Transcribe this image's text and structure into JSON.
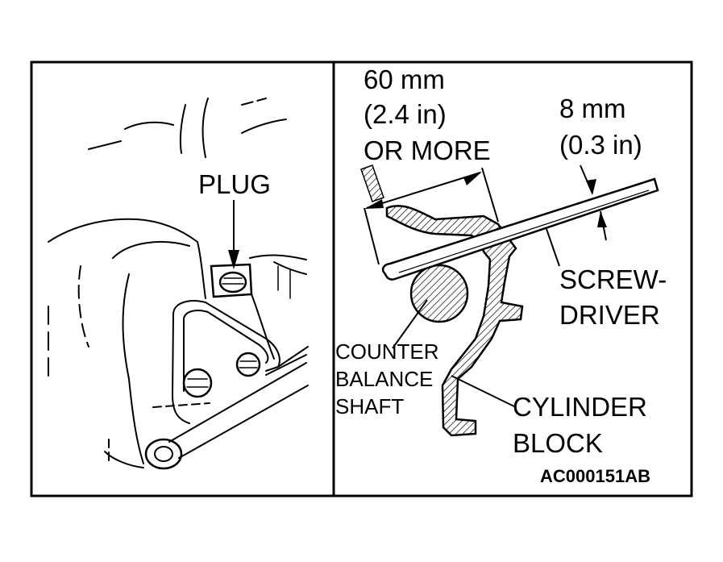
{
  "labels": {
    "plug": "PLUG",
    "dim_60_line1": "60 mm",
    "dim_60_line2": "(2.4 in)",
    "dim_60_line3": "OR MORE",
    "dim_8_line1": "8 mm",
    "dim_8_line2": "(0.3 in)",
    "screwdriver_line1": "SCREW-",
    "screwdriver_line2": "DRIVER",
    "counter_line1": "COUNTER",
    "counter_line2": "BALANCE",
    "counter_line3": "SHAFT",
    "cylinder_line1": "CYLINDER",
    "cylinder_line2": "BLOCK",
    "figure_code": "AC000151AB"
  },
  "colors": {
    "ink": "#000000",
    "paper": "#ffffff"
  }
}
